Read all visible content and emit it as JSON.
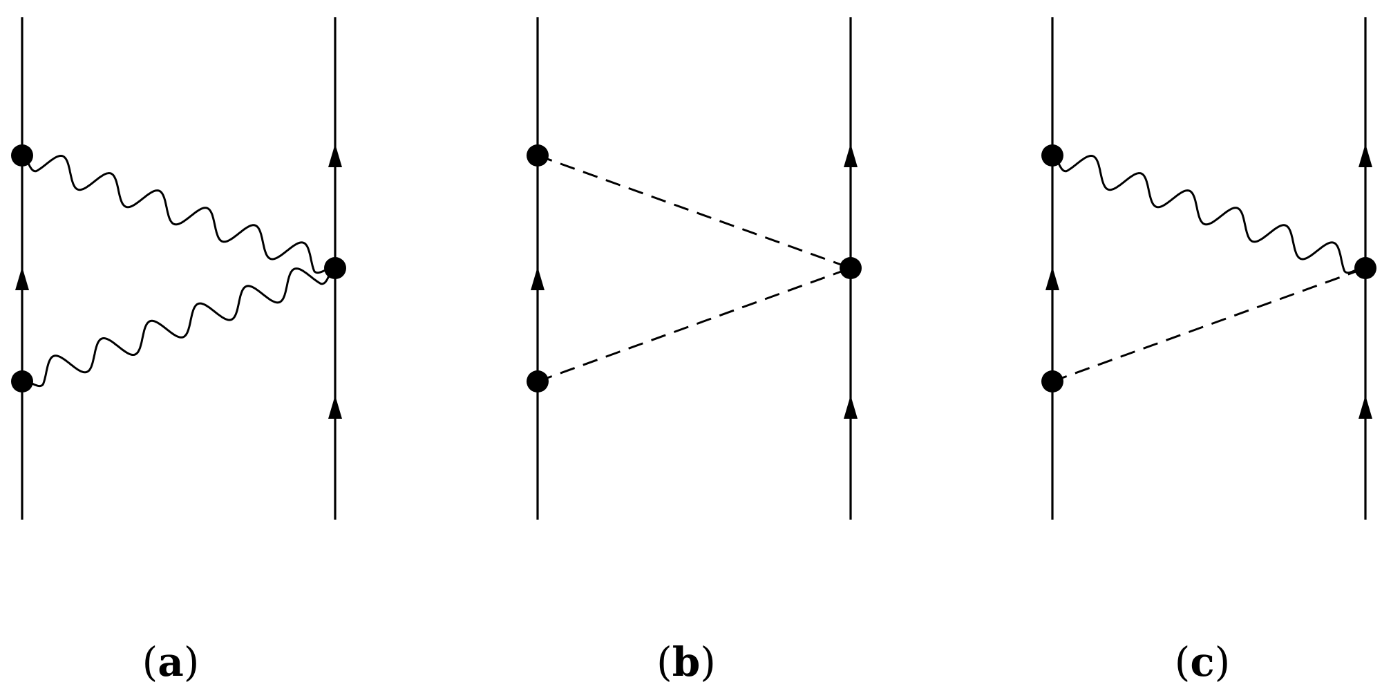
{
  "panels": [
    {
      "id": "a",
      "letter": "a",
      "upper_line": "photon",
      "lower_line": "photon"
    },
    {
      "id": "b",
      "letter": "b",
      "upper_line": "dashed",
      "lower_line": "dashed"
    },
    {
      "id": "c",
      "letter": "c",
      "upper_line": "photon",
      "lower_line": "dashed"
    }
  ],
  "label_parts": {
    "open": "(",
    "close": ")"
  }
}
